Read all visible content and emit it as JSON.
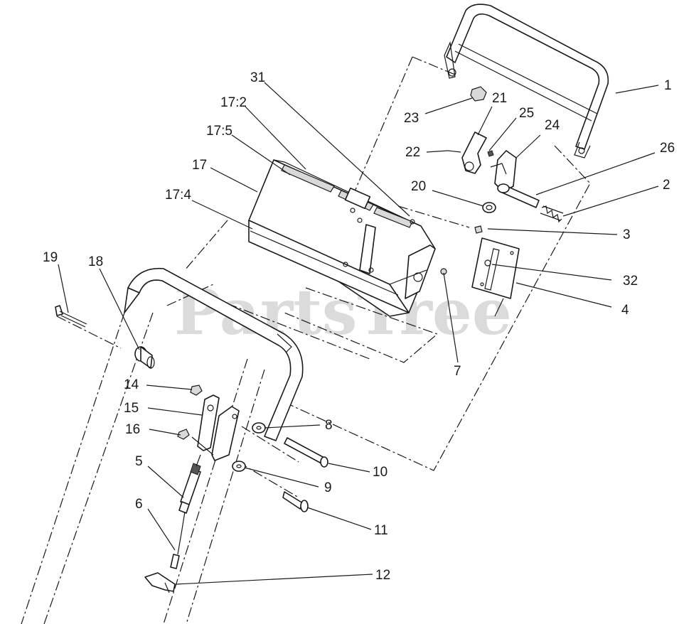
{
  "watermark": "PartsTree",
  "callouts": [
    {
      "id": "c1",
      "label": "1"
    },
    {
      "id": "c2",
      "label": "2"
    },
    {
      "id": "c3",
      "label": "3"
    },
    {
      "id": "c4",
      "label": "4"
    },
    {
      "id": "c5",
      "label": "5"
    },
    {
      "id": "c6",
      "label": "6"
    },
    {
      "id": "c7",
      "label": "7"
    },
    {
      "id": "c8",
      "label": "8"
    },
    {
      "id": "c9",
      "label": "9"
    },
    {
      "id": "c10",
      "label": "10"
    },
    {
      "id": "c11",
      "label": "11"
    },
    {
      "id": "c12",
      "label": "12"
    },
    {
      "id": "c14",
      "label": "14"
    },
    {
      "id": "c15",
      "label": "15"
    },
    {
      "id": "c16",
      "label": "16"
    },
    {
      "id": "c17",
      "label": "17"
    },
    {
      "id": "c17_2",
      "label": "17:2"
    },
    {
      "id": "c17_4",
      "label": "17:4"
    },
    {
      "id": "c17_5",
      "label": "17:5"
    },
    {
      "id": "c18",
      "label": "18"
    },
    {
      "id": "c19",
      "label": "19"
    },
    {
      "id": "c20",
      "label": "20"
    },
    {
      "id": "c21",
      "label": "21"
    },
    {
      "id": "c22",
      "label": "22"
    },
    {
      "id": "c23",
      "label": "23"
    },
    {
      "id": "c24",
      "label": "24"
    },
    {
      "id": "c25",
      "label": "25"
    },
    {
      "id": "c26",
      "label": "26"
    },
    {
      "id": "c31",
      "label": "31"
    },
    {
      "id": "c32",
      "label": "32"
    }
  ]
}
